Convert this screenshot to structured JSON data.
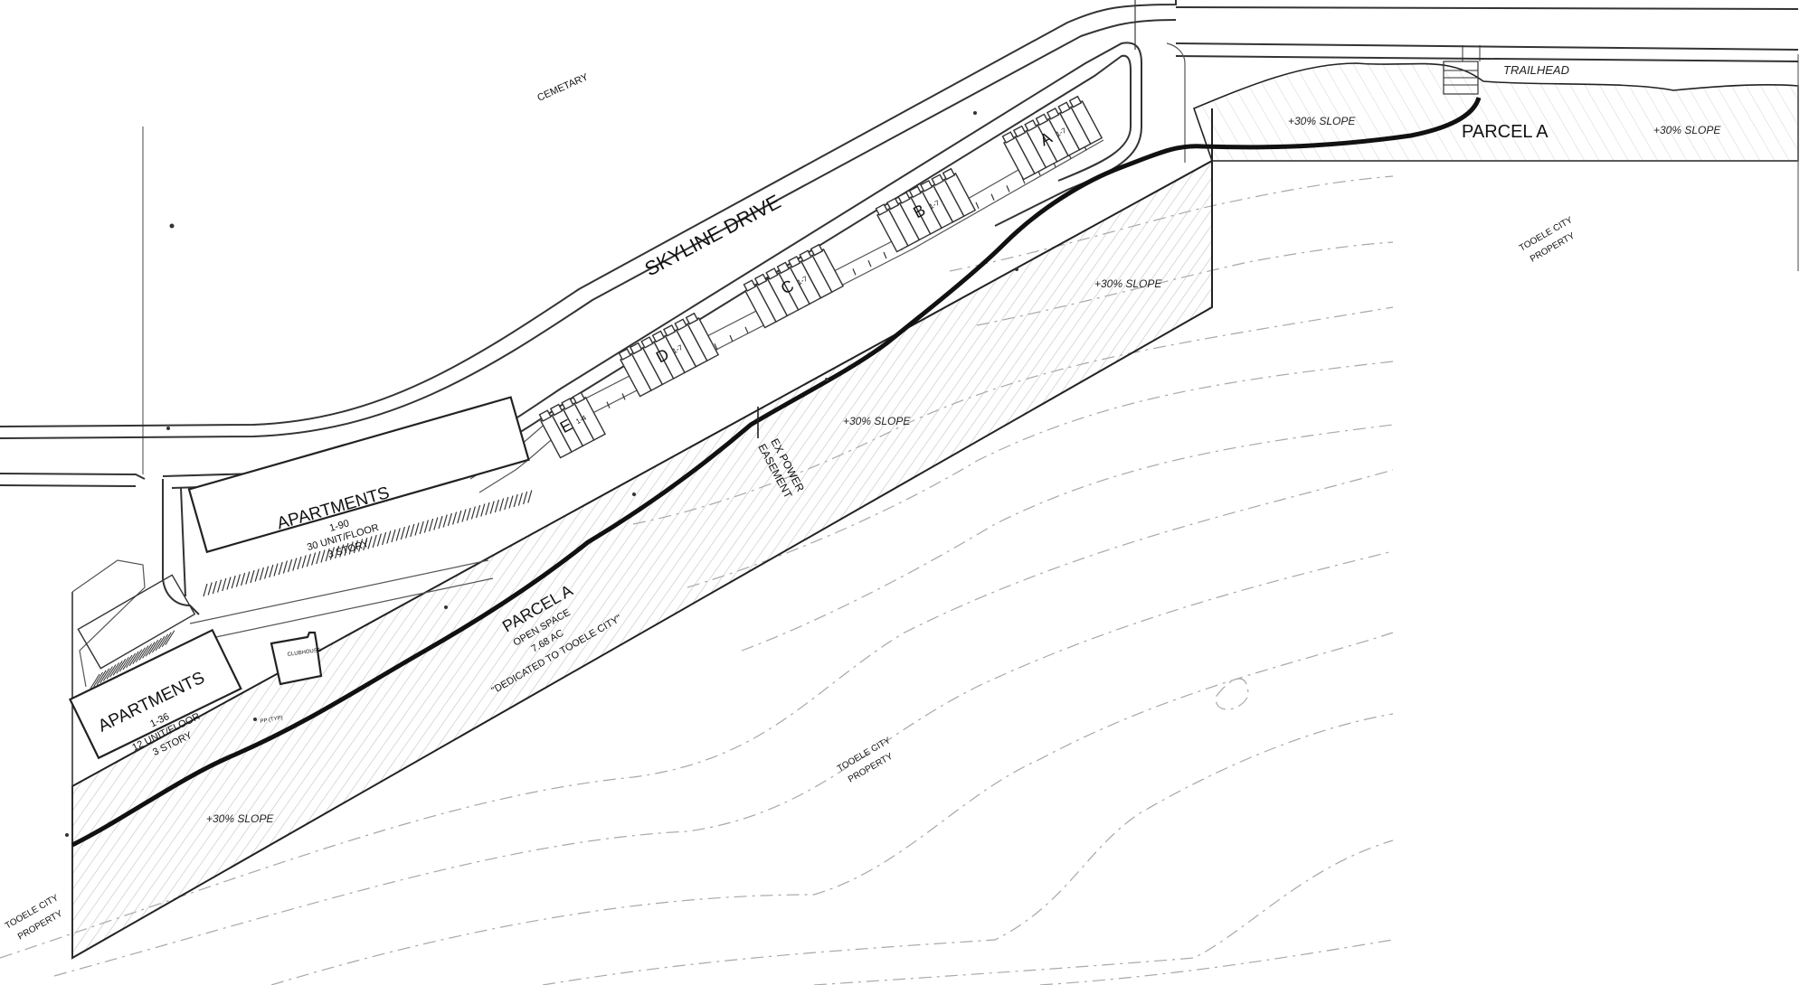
{
  "labels": {
    "cemetery": "CEMETARY",
    "skyline_drive": "SKYLINE DRIVE",
    "trailhead": "TRAILHEAD",
    "parcel_a_top": "PARCEL A",
    "slope_1": "+30% SLOPE",
    "slope_2": "+30% SLOPE",
    "slope_3": "+30% SLOPE",
    "slope_4": "+30% SLOPE",
    "slope_5": "+30% SLOPE",
    "tooele_ne_1": "TOOELE CITY",
    "tooele_ne_2": "PROPERTY",
    "tooele_mid_1": "TOOELE CITY",
    "tooele_mid_2": "PROPERTY",
    "tooele_sw_1": "TOOELE CITY",
    "tooele_sw_2": "PROPERTY",
    "power_easement_1": "EX POWER",
    "power_easement_2": "EASEMENT",
    "parcel_a_main": "PARCEL A",
    "open_space": "OPEN SPACE",
    "acreage": "7.68 AC",
    "dedicated": "\"DEDICATED TO TOOELE CITY\"",
    "pp_typ": "PP (TYP)",
    "clubhouse": "CLUBHOUSE"
  },
  "apartments_large": {
    "title": "APARTMENTS",
    "units": "1-90",
    "per_floor": "30 UNIT/FLOOR",
    "stories": "3 STORY"
  },
  "apartments_small": {
    "title": "APARTMENTS",
    "units": "1-36",
    "per_floor": "12 UNIT/FLOOR",
    "stories": "3 STORY"
  },
  "townhome_buildings": [
    {
      "letter": "A",
      "range": "1-7"
    },
    {
      "letter": "B",
      "range": "1-7"
    },
    {
      "letter": "C",
      "range": "1-7"
    },
    {
      "letter": "D",
      "range": "1-7"
    },
    {
      "letter": "E",
      "range": "1-4"
    }
  ]
}
